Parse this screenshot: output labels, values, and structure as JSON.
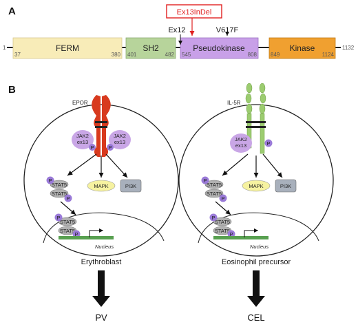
{
  "panel_a": {
    "letter": "A",
    "start": "1",
    "end": "1132",
    "domains": [
      {
        "name": "FERM",
        "start": "37",
        "end": "380",
        "color": "#f8ecb8"
      },
      {
        "name": "SH2",
        "start": "401",
        "end": "482",
        "color": "#b7d49b"
      },
      {
        "name": "Pseudokinase",
        "start": "545",
        "end": "808",
        "color": "#c8a0e8"
      },
      {
        "name": "Kinase",
        "start": "849",
        "end": "1124",
        "color": "#f0a030"
      }
    ],
    "mutations": {
      "ex12": "Ex12",
      "ex13": "Ex13InDel",
      "v617f": "V617F"
    },
    "highlight_color": "#e02020"
  },
  "panel_b": {
    "letter": "B",
    "left": {
      "receptor": "EPOR",
      "jak2_line1": "JAK2",
      "jak2_line2": "ex13",
      "cell": "Erythroblast",
      "outcome": "PV"
    },
    "right": {
      "receptor": "IL-5R",
      "jak2_line1": "JAK2",
      "jak2_line2": "ex13",
      "cell": "Eosinophil precursor",
      "outcome": "CEL"
    },
    "stat": "STAT5",
    "phospho": "P",
    "mapk": "MAPK",
    "pi3k": "PI3K",
    "nucleus": "Nucleus",
    "colors": {
      "epor": "#d83a1e",
      "il5r": "#9ccc70",
      "jak": "#c9a6e6",
      "p": "#9a7ad8",
      "stat": "#b0b0b0",
      "mapk": "#f6f2a0",
      "pi3k": "#a8b0bc",
      "gene": "#58a050"
    }
  }
}
